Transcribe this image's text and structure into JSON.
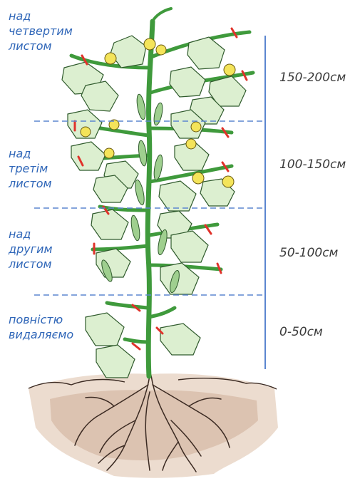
{
  "zones": [
    {
      "instruction": "над\nчетвертим\nлистом",
      "range": "150-200см"
    },
    {
      "instruction": "над\nтретім\nлистом",
      "range": "100-150см"
    },
    {
      "instruction": "над\nдругим\nлистом",
      "range": "50-100см"
    },
    {
      "instruction": "повністю\nвидаляємо",
      "range": "0-50см"
    }
  ],
  "colors": {
    "label_blue": "#2f66b8",
    "guide_line": "#5b86cf",
    "scale_bar": "#5b86cf",
    "leaf_fill": "#dcefd0",
    "leaf_stroke": "#2f5a2c",
    "stem": "#3f9a3c",
    "flower": "#f4e45a",
    "pinch_mark": "#e0322a",
    "soil": "#dcc0a8",
    "roots": "#3b2a22"
  }
}
